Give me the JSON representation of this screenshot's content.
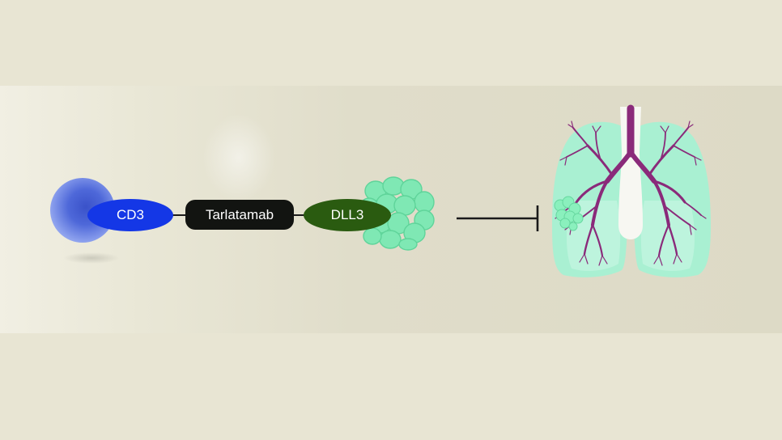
{
  "labels": {
    "cd3": "CD3",
    "tarlatamab": "Tarlatamab",
    "dll3": "DLL3"
  },
  "colors": {
    "background": "#e8e5d3",
    "cd3_pill": "#1437e6",
    "tarlatamab_pill": "#121411",
    "dll3_pill": "#2a5b10",
    "tumor_cells": "#7fe8b4",
    "lung_tissue": "#a9f0d2",
    "bronchi": "#8a2a7a",
    "t_cell": "#3a52c9"
  },
  "icons": {
    "t_cell": "t-cell-icon",
    "tumor_cluster": "tumor-cell-cluster-icon",
    "inhibition": "inhibition-arrow-icon",
    "lungs": "lungs-icon",
    "lung_tumor": "lung-tumor-icon"
  }
}
